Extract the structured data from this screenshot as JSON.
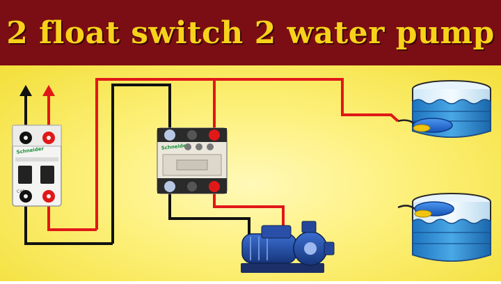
{
  "title": "2 float switch 2 water pump",
  "colors": {
    "banner": "#7b0e14",
    "title_text": "#f7d21a",
    "background": "#fdf07a",
    "live_wire": "#e01818",
    "neutral_wire": "#111111",
    "tank_water": "#2f8fd6",
    "float": "#1f6fd6"
  },
  "breaker": {
    "brand": "Schneider",
    "model": "C45"
  },
  "contactor": {
    "brand": "Schneider"
  },
  "components": [
    "circuit-breaker",
    "contactor",
    "water-pump",
    "upper-tank-float-switch",
    "lower-tank-float-switch"
  ]
}
